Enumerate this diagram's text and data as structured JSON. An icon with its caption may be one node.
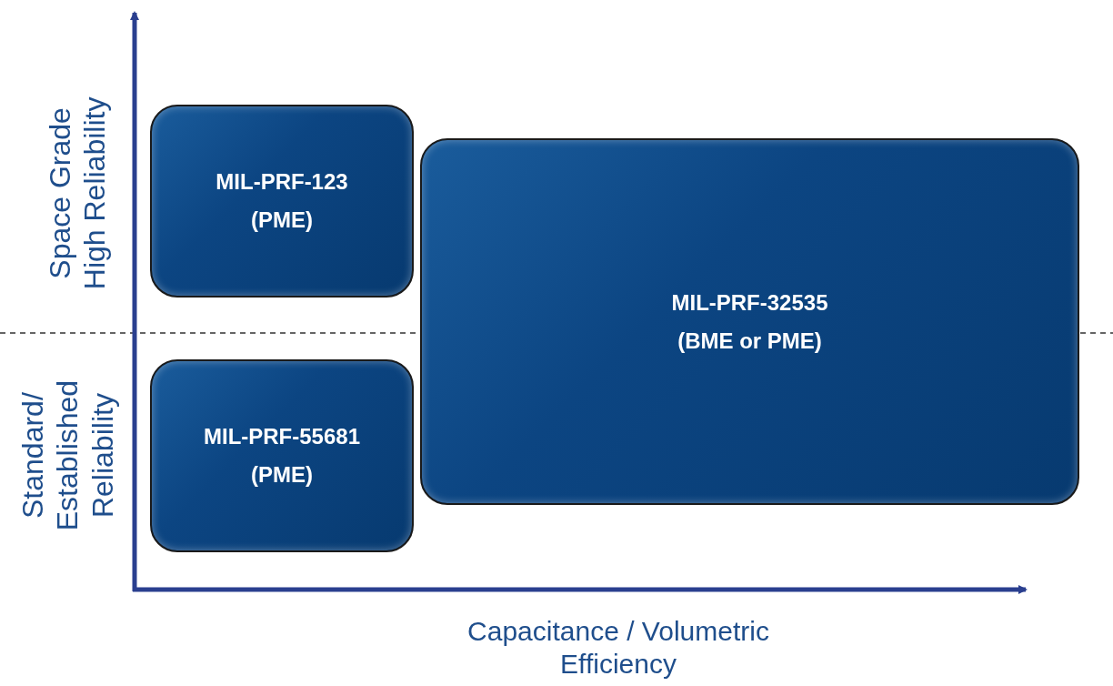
{
  "diagram": {
    "nodes": [
      {
        "text": [
          "MIL-PRF-123 (PME)"
        ]
      },
      {
        "text": [
          "MIL-PRF-55681 (PME)"
        ]
      },
      {
        "text": [
          "MIL-PRF-32535 (BME or PME)"
        ]
      }
    ],
    "labels": [
      "Space Grade High Reliability",
      "Standard/ Established Reliability",
      "Capacitance / Volumetric Efficiency"
    ]
  }
}
